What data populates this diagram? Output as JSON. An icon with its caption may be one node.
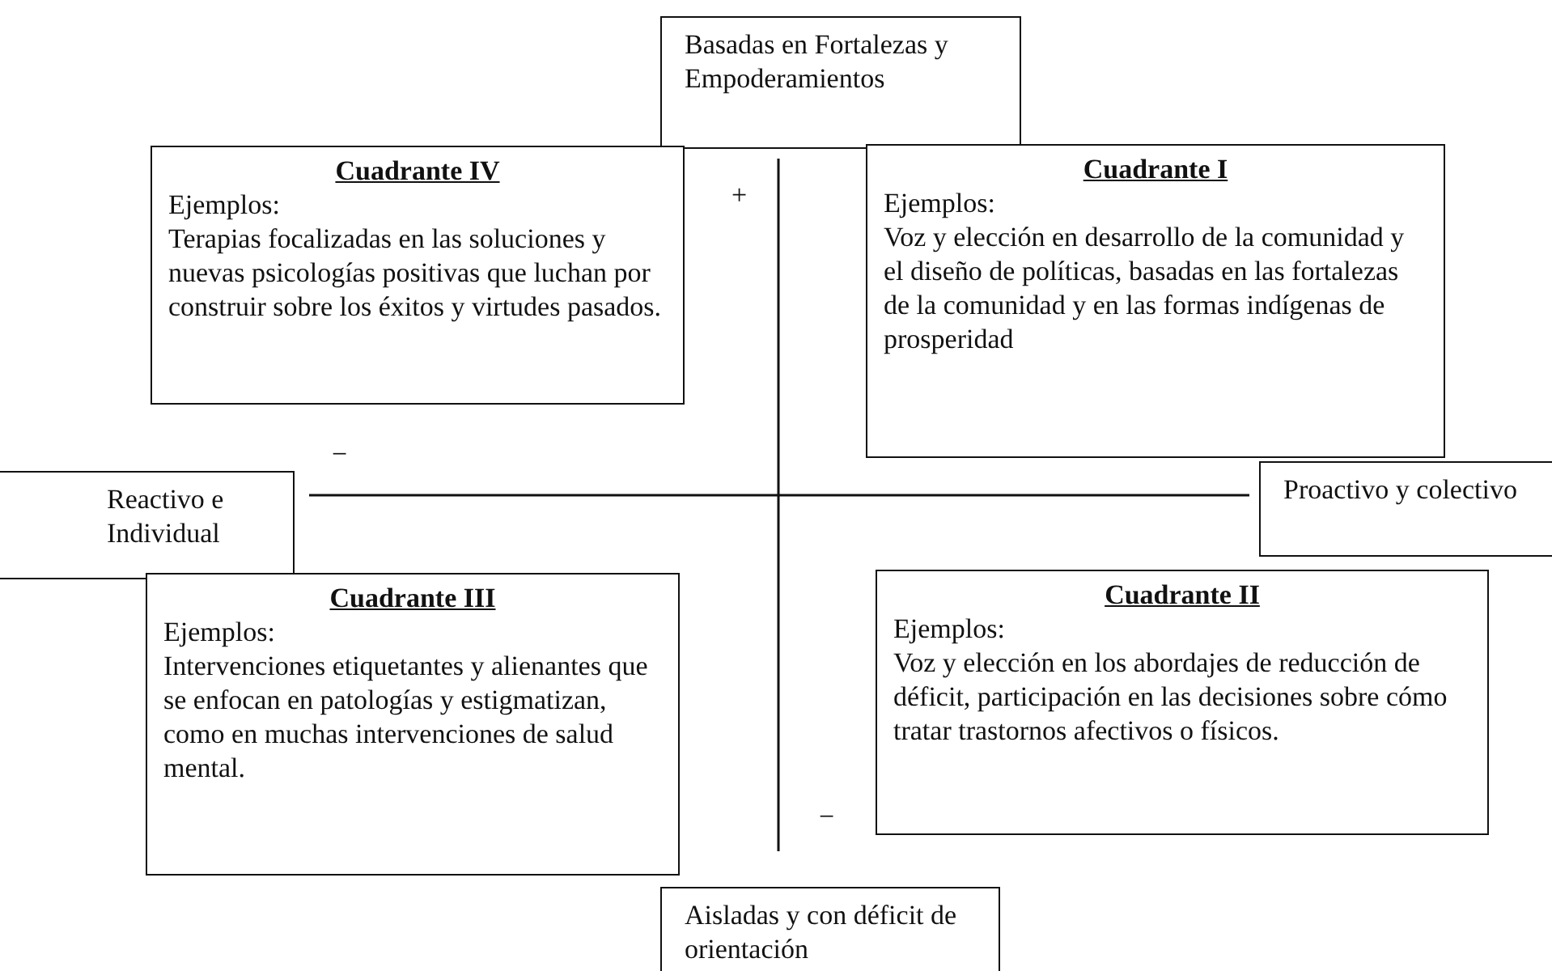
{
  "diagram": {
    "nodes": [
      {
        "text": [
          "Basadas en Fortalezas y Empoderamientos"
        ]
      },
      {
        "text": [
          "Cuadrante IV",
          "Ejemplos:",
          "Terapias focalizadas en las soluciones y nuevas psicologías positivas que luchan por construir sobre los éxitos y virtudes pasados."
        ]
      },
      {
        "text": [
          "Cuadrante I",
          "Ejemplos:",
          "Voz y elección en desarrollo de la comunidad y el diseño de políticas, basadas en las fortalezas de la comunidad y en las formas indígenas de prosperidad"
        ]
      },
      {
        "text": [
          "Reactivo e Individual"
        ]
      },
      {
        "text": [
          "Proactivo y colectivo"
        ]
      },
      {
        "text": [
          "Cuadrante III",
          "Ejemplos:",
          "Intervenciones etiquetantes y alienantes que se enfocan en patologías y estigmatizan, como en muchas intervenciones de salud mental."
        ]
      },
      {
        "text": [
          "Cuadrante II",
          "Ejemplos:",
          "Voz y elección en los abordajes de reducción de déficit, participación en las decisiones sobre cómo tratar trastornos afectivos o físicos."
        ]
      },
      {
        "text": [
          "Aisladas y con déficit de orientación"
        ]
      }
    ],
    "edges": [],
    "labels": [
      "+",
      "−",
      "−"
    ]
  }
}
